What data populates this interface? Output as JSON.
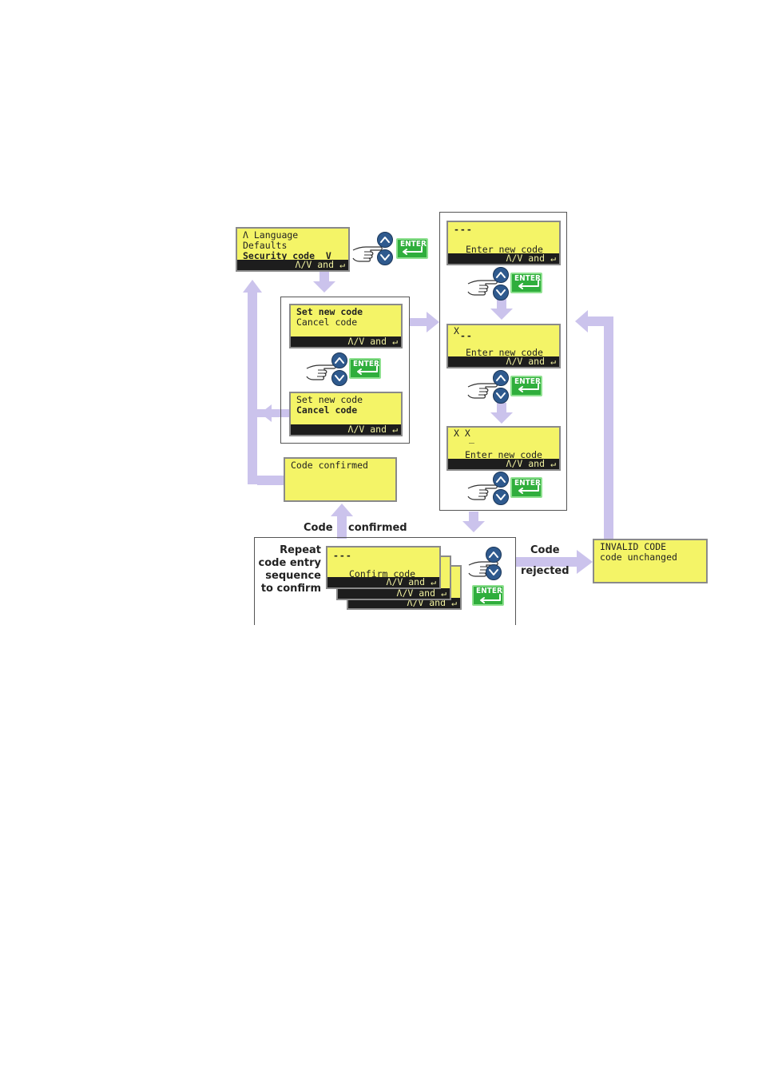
{
  "screens": {
    "menu": {
      "line1": "Λ Language",
      "line2": "Defaults",
      "line3": "Security code  V",
      "bar": "Λ/V and"
    },
    "set_new": {
      "line1": "Set new code",
      "line2": "Cancel code",
      "bar": "Λ/V and"
    },
    "cancel": {
      "line1": "Set new code",
      "line2": "Cancel code",
      "bar": "Λ/V and"
    },
    "confirmed": {
      "line1": "Code confirmed"
    },
    "entry1": {
      "line1": "---",
      "line2": "Enter new code",
      "bar": "Λ/V and"
    },
    "entry2": {
      "line1": "X",
      "line1b": "--",
      "line2": "Enter new code",
      "bar": "Λ/V and"
    },
    "entry3": {
      "line1": "X X",
      "line1b": "_",
      "line2": "Enter new code",
      "bar": "Λ/V and"
    },
    "confirm": {
      "line1": "---",
      "line2": "Confirm code",
      "bar": "Λ/V and",
      "bar2": "Λ/V and",
      "bar3": "Λ/V and"
    },
    "invalid": {
      "line1": "INVALID CODE",
      "line2": "code unchanged"
    }
  },
  "labels": {
    "code": "Code",
    "confirmed": "confirmed",
    "repeat": "Repeat\ncode entry\nsequence\nto confirm",
    "code_rejected_1": "Code",
    "code_rejected_2": "rejected"
  },
  "controls": {
    "enter_label": "ENTER",
    "return_glyph": "↵"
  },
  "colors": {
    "lcd": "#f4f467",
    "arrow": "#cbc3ec",
    "button_blue": "#2f5a8e",
    "enter_green": "#2fae3c"
  }
}
